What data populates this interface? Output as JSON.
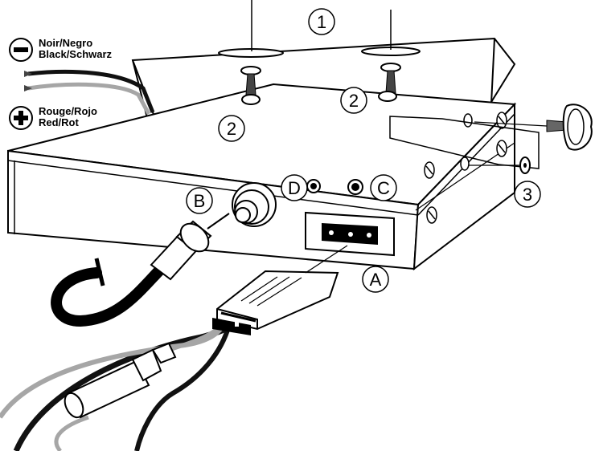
{
  "callouts": {
    "bracket": "1",
    "screw_left": "2",
    "screw_right": "2",
    "washer": "3",
    "power_socket": "A",
    "antenna": "B",
    "jack_c": "C",
    "jack_d": "D"
  },
  "wires": {
    "negative": {
      "sign": "−",
      "label_line1": "Noir/Negro",
      "label_line2": "Black/Schwarz",
      "color": "#1a1a1a"
    },
    "positive": {
      "sign": "+",
      "label_line1": "Rouge/Rojo",
      "label_line2": "Red/Rot",
      "color": "#9a9a9a"
    }
  },
  "colors": {
    "outline": "#000000",
    "cable_black": "#111111",
    "cable_grey": "#a6a6a6",
    "fill": "#ffffff"
  }
}
